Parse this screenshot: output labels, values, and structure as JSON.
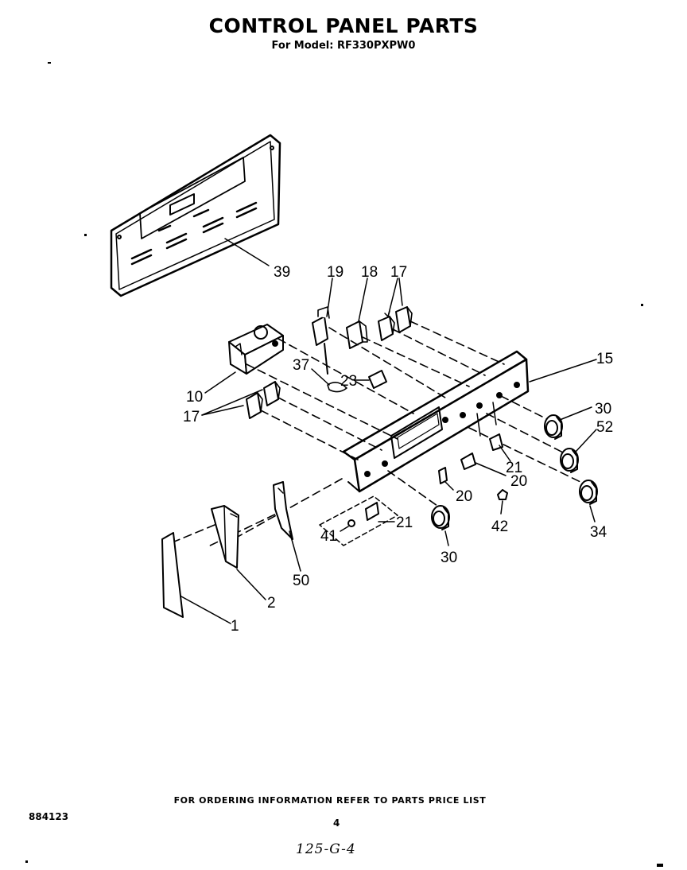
{
  "header": {
    "title": "CONTROL PANEL PARTS",
    "subtitle": "For Model: RF330PXPW0"
  },
  "callouts": {
    "c39": "39",
    "c19": "19",
    "c18": "18",
    "c17_top": "17",
    "c15": "15",
    "c37": "37",
    "c23": "23",
    "c10": "10",
    "c17_left": "17",
    "c30_right": "30",
    "c52": "52",
    "c21_right": "21",
    "c20_right": "20",
    "c20_mid": "20",
    "c42": "42",
    "c34": "34",
    "c41": "41",
    "c21_low": "21",
    "c30_low": "30",
    "c50": "50",
    "c2": "2",
    "c1": "1"
  },
  "footer": {
    "ordering_note": "FOR ORDERING INFORMATION REFER TO PARTS PRICE LIST",
    "doc_number": "884123",
    "page_number": "4",
    "handwritten_note": "125-G-4"
  }
}
